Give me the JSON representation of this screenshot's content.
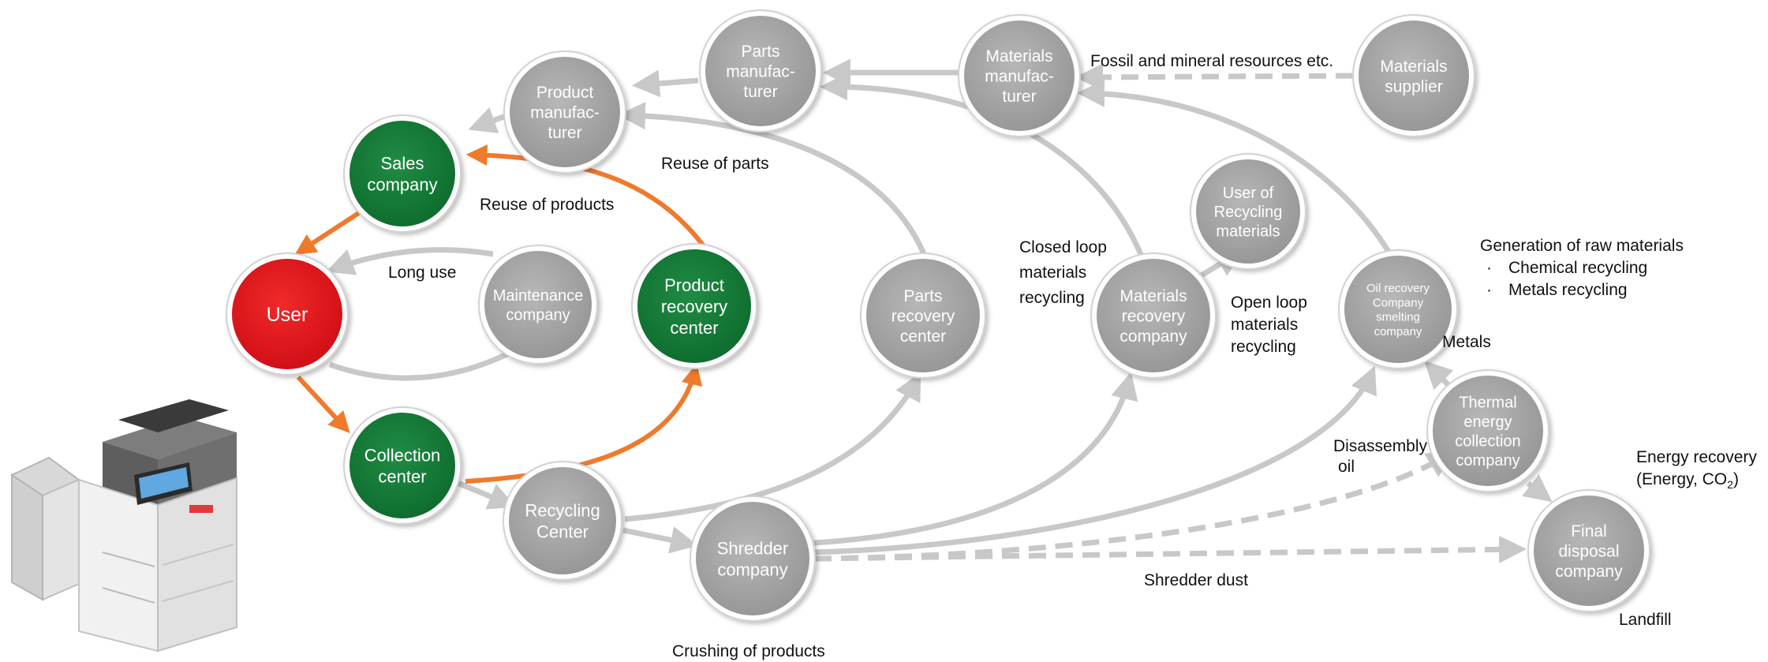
{
  "colors": {
    "gray_node": "#a7a7a7",
    "green_node": "#147a36",
    "red_node": "#e3101d",
    "gray_arrow": "#c8c8c8",
    "orange_arrow": "#ef7a2c",
    "text": "#111111"
  },
  "nodes": {
    "user": {
      "lines": [
        "User"
      ]
    },
    "sales": {
      "lines": [
        "Sales",
        "company"
      ]
    },
    "collection": {
      "lines": [
        "Collection",
        "center"
      ]
    },
    "maintenance": {
      "lines": [
        "Maintenance",
        "company"
      ]
    },
    "product_recovery": {
      "lines": [
        "Product",
        "recovery",
        "center"
      ]
    },
    "product_mfr": {
      "lines": [
        "Product",
        "manufac-",
        "turer"
      ]
    },
    "parts_mfr": {
      "lines": [
        "Parts",
        "manufac-",
        "turer"
      ]
    },
    "materials_mfr": {
      "lines": [
        "Materials",
        "manufac-",
        "turer"
      ]
    },
    "materials_supplier": {
      "lines": [
        "Materials",
        "supplier"
      ]
    },
    "parts_recovery": {
      "lines": [
        "Parts",
        "recovery",
        "center"
      ]
    },
    "recycling_center": {
      "lines": [
        "Recycling",
        "Center"
      ]
    },
    "shredder": {
      "lines": [
        "Shredder",
        "company"
      ]
    },
    "materials_recovery": {
      "lines": [
        "Materials",
        "recovery",
        "company"
      ]
    },
    "user_recycling": {
      "lines": [
        "User of",
        "Recycling",
        "materials"
      ]
    },
    "oil_recovery": {
      "lines": [
        "Oil recovery",
        "Company",
        "smelting",
        "company"
      ]
    },
    "thermal": {
      "lines": [
        "Thermal",
        "energy",
        "collection",
        "company"
      ]
    },
    "final_disposal": {
      "lines": [
        "Final",
        "disposal",
        "company"
      ]
    }
  },
  "annotations": {
    "fossil": "Fossil and mineral resources etc.",
    "reuse_parts": "Reuse of parts",
    "reuse_products": "Reuse of products",
    "long_use": "Long use",
    "closed_loop": [
      "Closed loop",
      "materials",
      "recycling"
    ],
    "open_loop": [
      "Open loop",
      "materials",
      "recycling"
    ],
    "generation": "Generation of raw materials",
    "chemical": "Chemical recycling",
    "metals_recycling": "Metals recycling",
    "bullet": "·",
    "metals": "Metals",
    "disassembly": [
      "Disassembly",
      "oil"
    ],
    "energy_recovery_1": "Energy recovery",
    "energy_recovery_2a": "(Energy, CO",
    "energy_recovery_sub": "2",
    "energy_recovery_2b": ")",
    "shredder_dust": "Shredder dust",
    "landfill": "Landfill",
    "crushing": "Crushing of products"
  }
}
